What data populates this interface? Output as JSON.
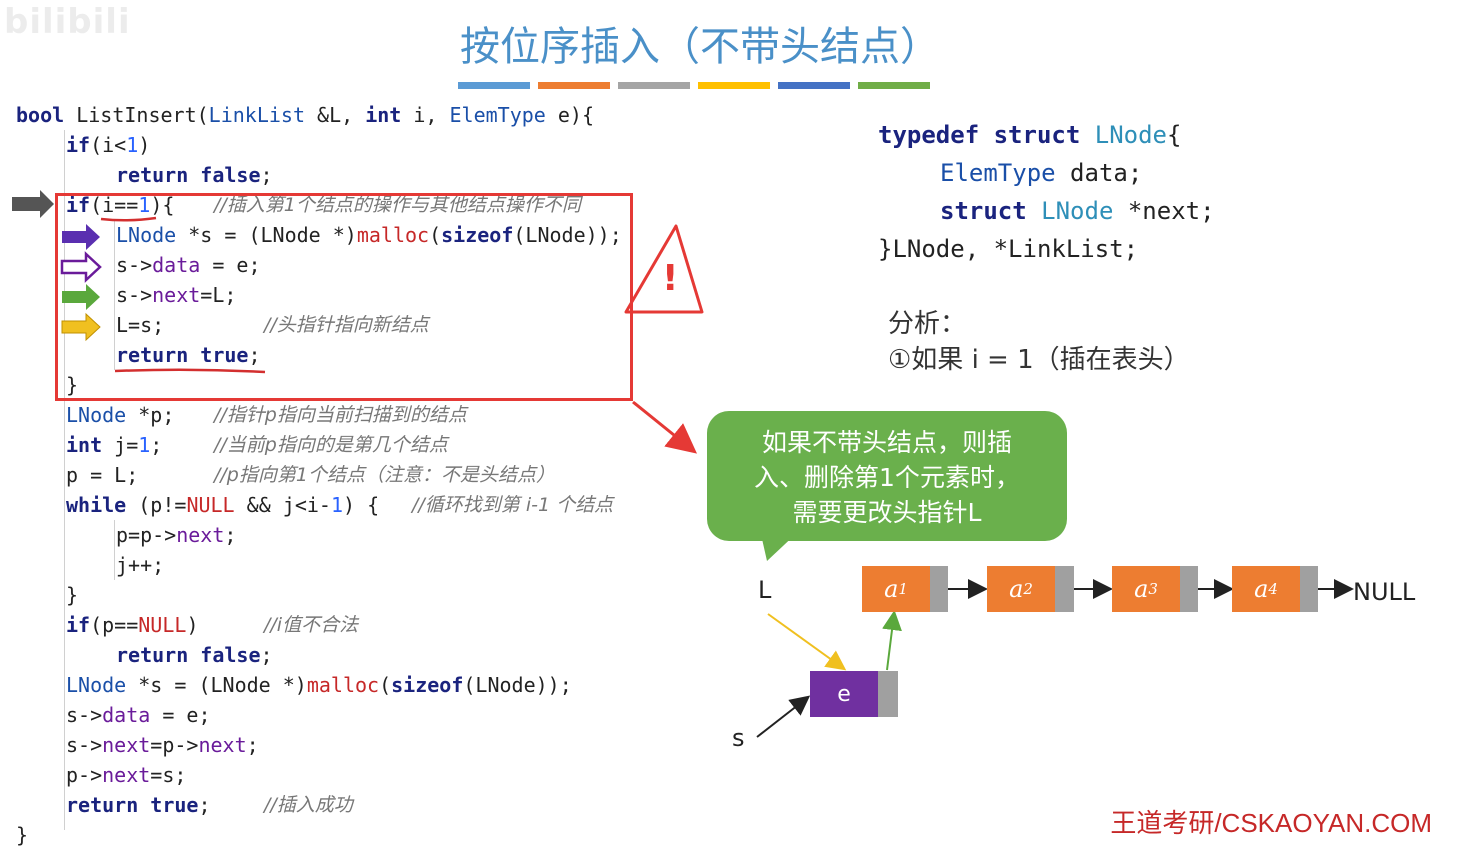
{
  "watermark": "bilibili",
  "title": "按位序插入（不带头结点）",
  "colors": {
    "bars": [
      "#5b9bd5",
      "#ed7d31",
      "#a5a5a5",
      "#ffc000",
      "#4472c4",
      "#70ad47"
    ],
    "red_box": "#e53935",
    "bubble": "#6ab04c",
    "node": "#ed7d31",
    "new_node": "#7030a0"
  },
  "code": {
    "l1": {
      "kw1": "bool",
      "t1": " ListInsert(",
      "ty1": "LinkList",
      "t2": " &L, ",
      "kw2": "int",
      "t3": " i, ",
      "ty2": "ElemType",
      "t4": " e){"
    },
    "l2": {
      "kw": "if",
      "t1": "(i<",
      "num": "1",
      "t2": ")"
    },
    "l3": {
      "kw": "return false",
      "t": ";"
    },
    "l4": {
      "kw": "if",
      "t1": "(i==",
      "num": "1",
      "t2": "){",
      "cm": "//插入第1个结点的操作与其他结点操作不同"
    },
    "l5": {
      "ty": "LNode",
      "t1": " *s = (LNode *)",
      "fn": "malloc",
      "t2": "(",
      "kw": "sizeof",
      "t3": "(LNode));"
    },
    "l6": {
      "t1": "s->",
      "mem": "data",
      "t2": " = e;"
    },
    "l7": {
      "t1": "s->",
      "mem": "next",
      "t2": "=L;"
    },
    "l8": {
      "t": "L=s;",
      "cm": "//头指针指向新结点"
    },
    "l9": {
      "kw": "return true",
      "t": ";"
    },
    "l10": {
      "t": "}"
    },
    "l11": {
      "ty": "LNode",
      "t": " *p;",
      "cm": "//指针p指向当前扫描到的结点"
    },
    "l12": {
      "kw": "int",
      "t1": " j=",
      "num": "1",
      "t2": ";",
      "cm": "//当前p指向的是第几个结点"
    },
    "l13": {
      "t": "p = L;",
      "cm": "//p指向第1个结点（注意：不是头结点）"
    },
    "l14": {
      "kw": "while",
      "t1": " (p!=",
      "null": "NULL",
      "t2": " && j<i-",
      "num": "1",
      "t3": ") {",
      "cm": "//循环找到第 i-1 个结点"
    },
    "l15": {
      "t1": "p=p->",
      "mem": "next",
      "t2": ";"
    },
    "l16": {
      "t": "j++;"
    },
    "l17": {
      "t": "}"
    },
    "l18": {
      "kw": "if",
      "t1": "(p==",
      "null": "NULL",
      "t2": ")",
      "cm": "//i值不合法"
    },
    "l19": {
      "kw": "return false",
      "t": ";"
    },
    "l20": {
      "ty": "LNode",
      "t1": " *s = (LNode *)",
      "fn": "malloc",
      "t2": "(",
      "kw": "sizeof",
      "t3": "(LNode));"
    },
    "l21": {
      "t1": "s->",
      "mem": "data",
      "t2": " = e;"
    },
    "l22": {
      "t1": "s->",
      "mem": "next",
      "t2": "=p->",
      "mem2": "next",
      "t3": ";"
    },
    "l23": {
      "t1": "p->",
      "mem": "next",
      "t2": "=s;"
    },
    "l24": {
      "kw": "return true",
      "t": ";",
      "cm": "//插入成功"
    },
    "l25": {
      "t": "}"
    }
  },
  "struct_def": {
    "l1": {
      "kw1": "typedef",
      "kw2": " struct ",
      "ty": "LNode",
      "t": "{"
    },
    "l2": {
      "ty": "ElemType",
      "t": " data;"
    },
    "l3": {
      "kw": "struct ",
      "ty": "LNode",
      "t": " *next;"
    },
    "l4": {
      "t": "}LNode, *LinkList;"
    }
  },
  "analysis": {
    "heading": "分析：",
    "item1": "①如果 i = 1（插在表头）"
  },
  "bubble": {
    "line1": "如果不带头结点，则插",
    "line2": "入、删除第1个元素时，",
    "line3": "需要更改头指针L"
  },
  "diagram": {
    "label_L": "L",
    "label_s": "s",
    "null_label": "NULL",
    "nodes": [
      {
        "base": "a",
        "sub": "1"
      },
      {
        "base": "a",
        "sub": "2"
      },
      {
        "base": "a",
        "sub": "3"
      },
      {
        "base": "a",
        "sub": "4"
      }
    ],
    "new_node": "e",
    "warning": "!"
  },
  "footer": "王道考研/CSKAOYAN.COM"
}
